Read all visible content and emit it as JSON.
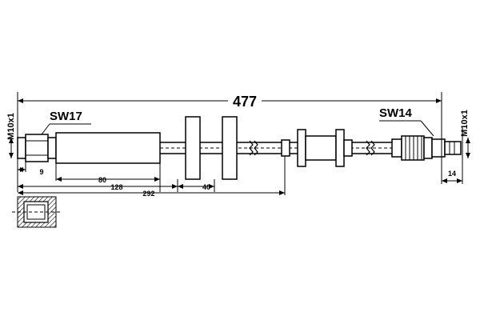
{
  "drawing": {
    "total_length": "477",
    "left_thread": "M10x1",
    "right_thread": "M10x1",
    "left_wrench": "SW17",
    "right_wrench": "SW14",
    "dim_left_fitting": "9",
    "dim_sleeve": "80",
    "dim_to_clamp": "128",
    "dim_clamp_gap": "40",
    "dim_to_bracket": "292",
    "dim_right_fitting": "14"
  },
  "colors": {
    "line": "#000000",
    "fill_light": "#e6e6e6",
    "fill_hatch": "#777777"
  }
}
